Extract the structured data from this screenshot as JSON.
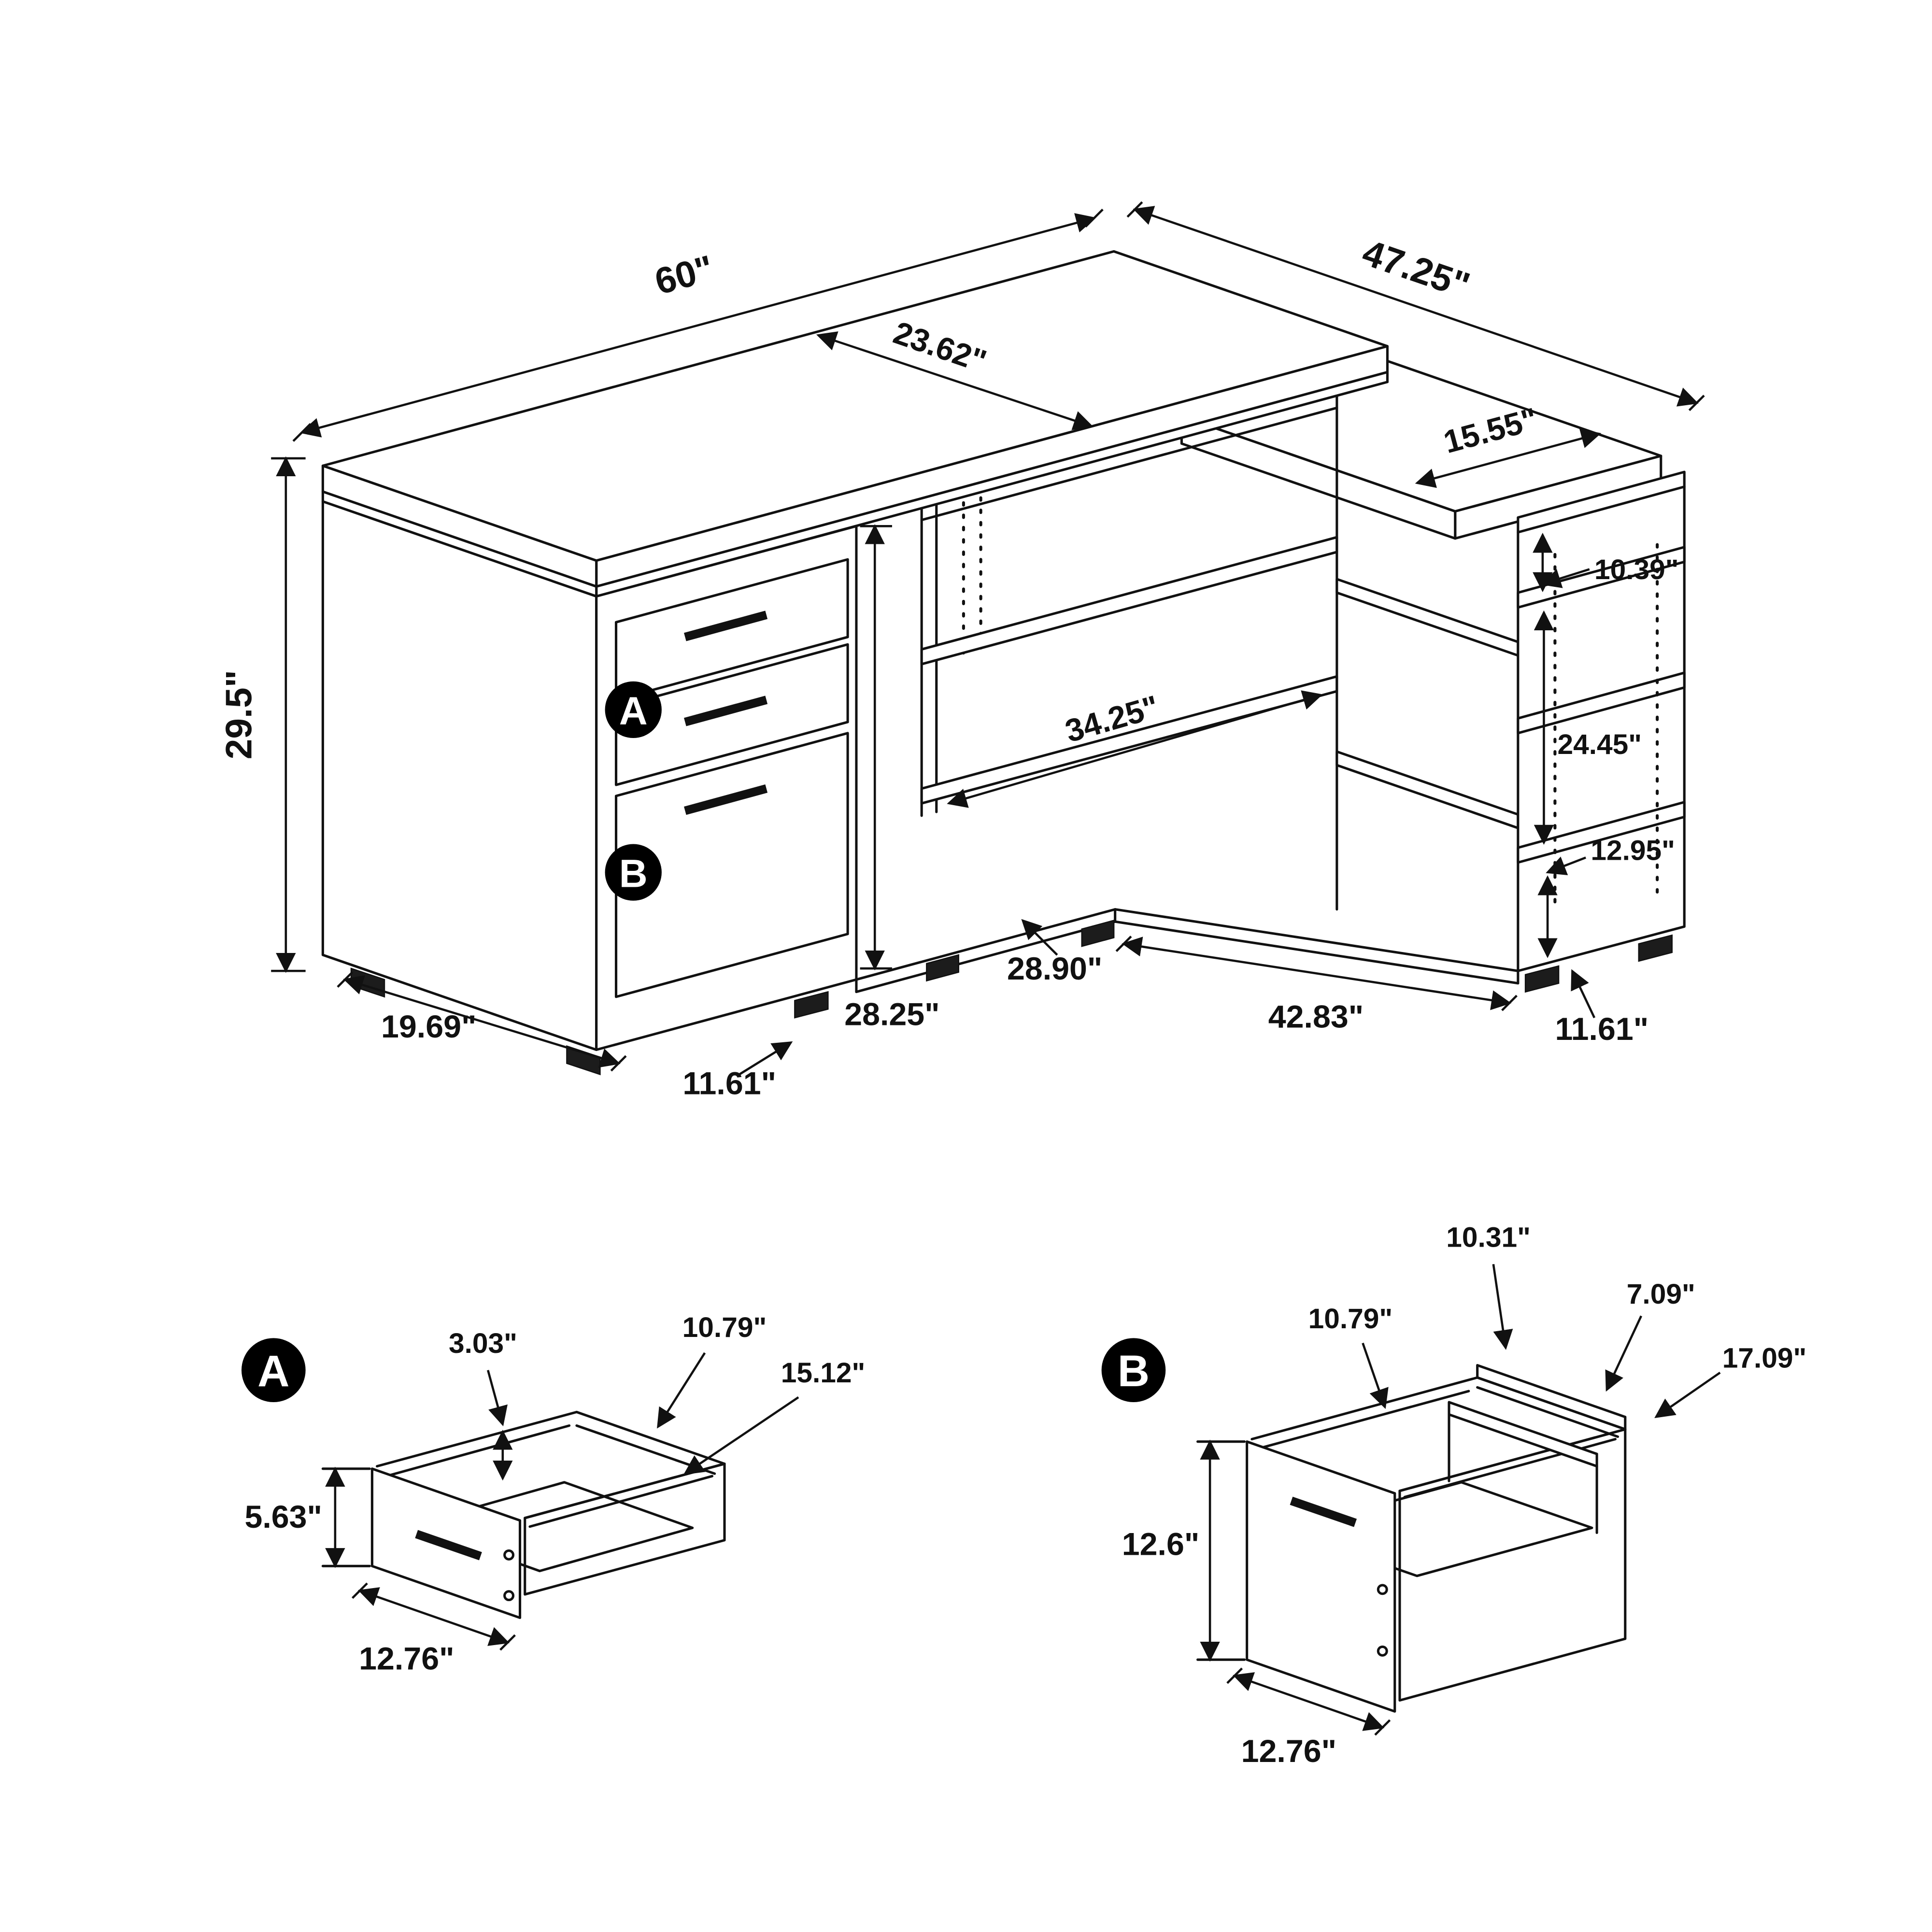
{
  "diagram": {
    "main": {
      "badge_a": "A",
      "badge_b": "B",
      "dim_top_length": "60\"",
      "dim_return_length": "47.25\"",
      "dim_desk_depth": "23.62\"",
      "dim_return_top_width": "15.55\"",
      "dim_height": "29.5\"",
      "dim_shelf_top_gap": "10.39\"",
      "dim_shelf_mid_span": "24.45\"",
      "dim_shelf_bottom_gap": "12.95\"",
      "dim_shelf_length": "34.25\"",
      "dim_base_mid": "28.90\"",
      "dim_return_base": "42.83\"",
      "dim_clearance_height": "28.25\"",
      "dim_base_left_depth": "19.69\"",
      "dim_foot_left": "11.61\"",
      "dim_foot_right": "11.61\""
    },
    "detail_a": {
      "badge": "A",
      "dim_inner_depth": "3.03\"",
      "dim_inner_width": "10.79\"",
      "dim_inner_length": "15.12\"",
      "dim_front_height": "5.63\"",
      "dim_front_width": "12.76\""
    },
    "detail_b": {
      "badge": "B",
      "dim_back_height": "10.31\"",
      "dim_divider_gap": "7.09\"",
      "dim_inner_width": "10.79\"",
      "dim_inner_length": "17.09\"",
      "dim_front_height": "12.6\"",
      "dim_front_width": "12.76\""
    }
  }
}
